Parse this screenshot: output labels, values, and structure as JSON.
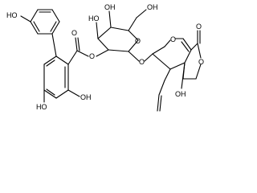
{
  "molecule": {
    "labels": {
      "biphenyl_oh": "HO",
      "ester_carbonyl_o": "O",
      "ester_o": "O",
      "ar_oh_right": "OH",
      "ar_oh_bottom": "HO",
      "sugar_oh_top_left": "HO",
      "sugar_oh_top": "OH",
      "sugar_ch2oh": "OH",
      "glycosidic_o": "O",
      "ring_o": "O",
      "pyran_o": "O",
      "lactone_carbonyl_o": "O",
      "lactone_ring_o": "O",
      "tertiary_oh": "OH"
    }
  }
}
